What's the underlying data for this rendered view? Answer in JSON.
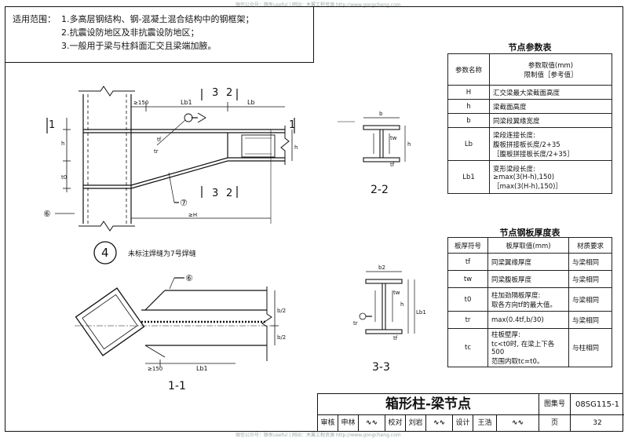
{
  "watermark_top": "微信公众号：豚豕useful | 网站：木翼工程资源 http://www.gongcheng.com",
  "watermark_bottom": "微信公众号：豚豕useful | 网站：木翼工程资源 http://www.gongcheng.com",
  "scope": {
    "label": "适用范围：",
    "items": [
      "1.多高层钢结构、钢-混凝土混合结构中的钢框架；",
      "2.抗震设防地区及非抗震设防地区；",
      "3.一般用于梁与柱斜面汇交且梁端加腋。"
    ]
  },
  "drawing": {
    "section_2_top": "2",
    "section_3_top": "3",
    "section_2_bot": "2",
    "section_3_bot": "3",
    "section_1_left": "1",
    "section_1_right": "1",
    "dim_b150": "≥150",
    "dim_lb1": "Lb1",
    "dim_lb": "Lb",
    "dim_h": "h",
    "dim_t0": "t0",
    "dim_h_right": "h",
    "dim_hh": "≥H",
    "label_tr": "tr",
    "label_tf": "tf",
    "weld_6": "⑥",
    "weld_7": "⑦",
    "detail_num": "4",
    "detail_note": "未标注焊缝为7号焊缝",
    "plan_b150": "≥150",
    "plan_lb1": "Lb1",
    "plan_b2a": "b/2",
    "plan_b2b": "b/2",
    "weld_6b": "⑥",
    "sec11": "1-1",
    "sec22": "2-2",
    "sec33": "3-3",
    "s22_b": "b",
    "s22_tw": "tw",
    "s22_h": "h",
    "s22_tf": "tf",
    "s33_b2": "b2",
    "s33_tw": "tw",
    "s33_tf": "tf",
    "s33_tr": "tr",
    "s33_h": "h",
    "s33_lb1": "Lb1"
  },
  "node_params": {
    "title": "节点参数表",
    "col_name": "参数名称",
    "col_value_1": "参数取值(mm)",
    "col_value_2": "限制值［参考值］",
    "rows": [
      {
        "name": "H",
        "value": [
          "汇交梁最大梁截面高度"
        ]
      },
      {
        "name": "h",
        "value": [
          "梁截面高度"
        ]
      },
      {
        "name": "b",
        "value": [
          "同梁段翼缘宽度"
        ]
      },
      {
        "name": "Lb",
        "value": [
          "梁段连接长度:",
          "腹板拼接板长度/2+35",
          "［腹板拼接板长度/2+35］"
        ]
      },
      {
        "name": "Lb1",
        "value": [
          "变形梁段长度:",
          "≥max(3(H-h),150)",
          "［max(3(H-h),150)］"
        ]
      }
    ]
  },
  "plate_thickness": {
    "title": "节点钢板厚度表",
    "col_symbol": "板厚符号",
    "col_value": "板厚取值(mm)",
    "col_material": "材质要求",
    "rows": [
      {
        "symbol": "tf",
        "value": [
          "同梁翼缘厚度"
        ],
        "material": "与梁相同"
      },
      {
        "symbol": "tw",
        "value": [
          "同梁腹板厚度"
        ],
        "material": "与梁相同"
      },
      {
        "symbol": "t0",
        "value": [
          "柱加劲隔板厚度:",
          "取各方向tf的最大值。"
        ],
        "material": "与梁相同"
      },
      {
        "symbol": "tr",
        "value": [
          "max(0.4tf,b/30)"
        ],
        "material": "与梁相同"
      },
      {
        "symbol": "tc",
        "value": [
          "柱板壁厚:",
          "tc<t0时, 在梁上下各500",
          "范围内取tc=t0。"
        ],
        "material": "与柱相同"
      }
    ]
  },
  "title_block": {
    "title": "箱形柱-梁节点",
    "atlas_label": "图集号",
    "atlas_no": "08SG115-1",
    "review": "审核",
    "review_name": "申林",
    "check": "校对",
    "check_name": "刘岩",
    "design": "设计",
    "design_name": "王浩",
    "page_label": "页",
    "page_no": "32"
  }
}
